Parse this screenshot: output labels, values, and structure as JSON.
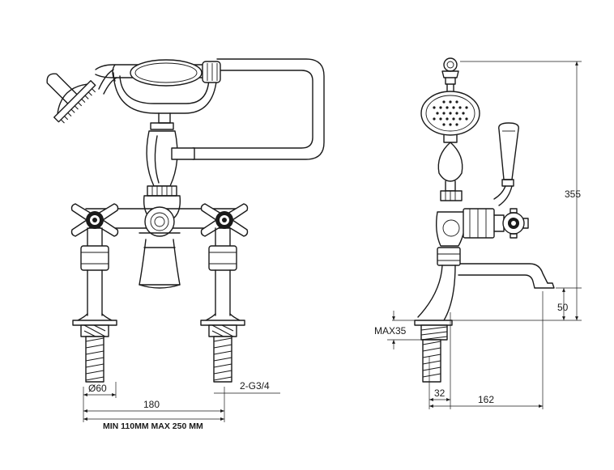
{
  "dimensions": {
    "diameter": "Ø60",
    "centres": "180",
    "thread": "2-G3/4",
    "min_max": "MIN 110MM  MAX 250 MM",
    "height": "355",
    "spout_height": "50",
    "deck_max": "MAX35",
    "tail_offset": "32",
    "spout_reach": "162"
  }
}
